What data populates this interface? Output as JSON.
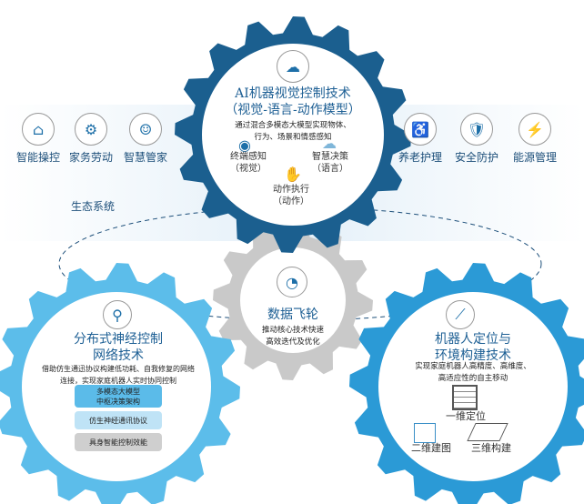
{
  "ecosystem_label": "生态系统",
  "left_apps": [
    {
      "label": "智能操控",
      "icon": "smart-home-icon"
    },
    {
      "label": "家务劳动",
      "icon": "cleaning-robot-icon"
    },
    {
      "label": "智慧管家",
      "icon": "butler-icon"
    }
  ],
  "right_apps": [
    {
      "label": "养老护理",
      "icon": "elderly-care-icon"
    },
    {
      "label": "安全防护",
      "icon": "shield-lock-icon"
    },
    {
      "label": "能源管理",
      "icon": "energy-icon"
    }
  ],
  "top_gear": {
    "title1": "AI机器视觉控制技术",
    "title2": "（视觉-语言-动作模型）",
    "desc1": "通过混合多模态大模型实现物体、",
    "desc2": "行为、场景和情感感知",
    "perception": "终端感知",
    "perception_sub": "（视觉）",
    "decision": "智慧决策",
    "decision_sub": "（语言）",
    "action": "动作执行",
    "action_sub": "（动作）",
    "color": "#1b5f8f"
  },
  "center_gear": {
    "title": "数据飞轮",
    "desc1": "推动核心技术快速",
    "desc2": "高效迭代及优化",
    "color": "#c9c9c9"
  },
  "left_gear": {
    "title1": "分布式神经控制",
    "title2": "网络技术",
    "desc1": "借助仿生通迅协议构建低功耗、自我修复的网络",
    "desc2": "连接，实现家庭机器人实时协同控制",
    "box1a": "多模态大模型",
    "box1b": "中枢决策架构",
    "box2": "仿生神经通讯协议",
    "box3": "具身智能控制效能",
    "color": "#5cbdea"
  },
  "right_gear": {
    "title1": "机器人定位与",
    "title2": "环境构建技术",
    "desc1": "实现家庭机器人高精度、高维度、",
    "desc2": "高适应性的自主移动",
    "loc1": "一维定位",
    "loc2": "二维建图",
    "loc3": "三维构建",
    "color": "#2b9ad6"
  }
}
